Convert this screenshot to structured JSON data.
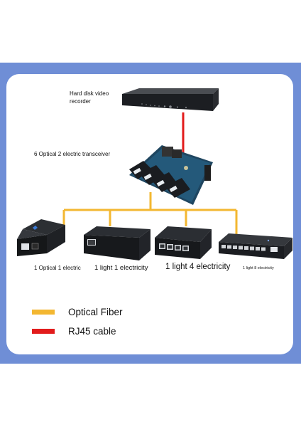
{
  "dvr": {
    "label": "Hard disk video recorder"
  },
  "transceiver": {
    "label": "6 Optical 2 electric transceiver"
  },
  "devices": [
    {
      "label": "1 Optical 1 electric"
    },
    {
      "label": "1 light 1 electricity"
    },
    {
      "label": "1 light 4 electricity"
    },
    {
      "label": "1 light 8 electricity"
    }
  ],
  "legend": [
    {
      "label": "Optical Fiber",
      "color": "#f3b731"
    },
    {
      "label": "RJ45 cable",
      "color": "#e21b1b"
    }
  ],
  "colors": {
    "band": "#6f8ed6",
    "fiber": "#f3b731",
    "rj45": "#e21b1b"
  }
}
